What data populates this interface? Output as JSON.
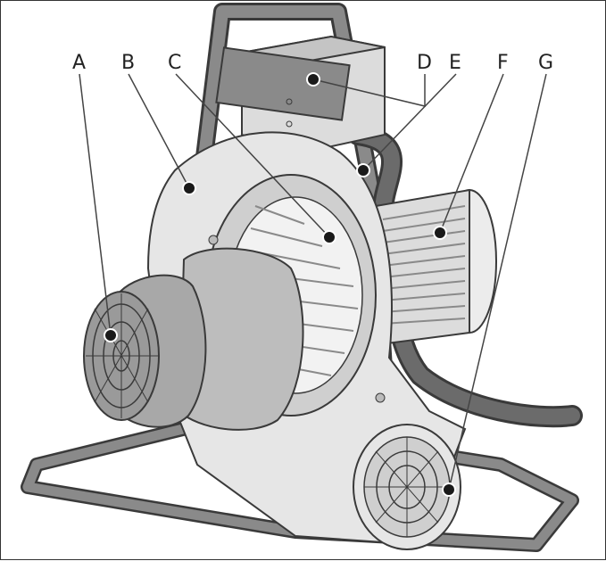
{
  "labels": {
    "A": "A",
    "B": "B",
    "C": "C",
    "D": "D",
    "E": "E",
    "F": "F",
    "G": "G"
  },
  "colors": {
    "light_metal": "#dcdcdc",
    "mid_metal": "#c4c4c4",
    "dark_metal": "#8a8a8a",
    "frame_tube": "#7a7a7a",
    "cable": "#6b6b6b",
    "outline": "#3a3a3a",
    "leader": "#444444",
    "dot": "#1a1a1a"
  }
}
